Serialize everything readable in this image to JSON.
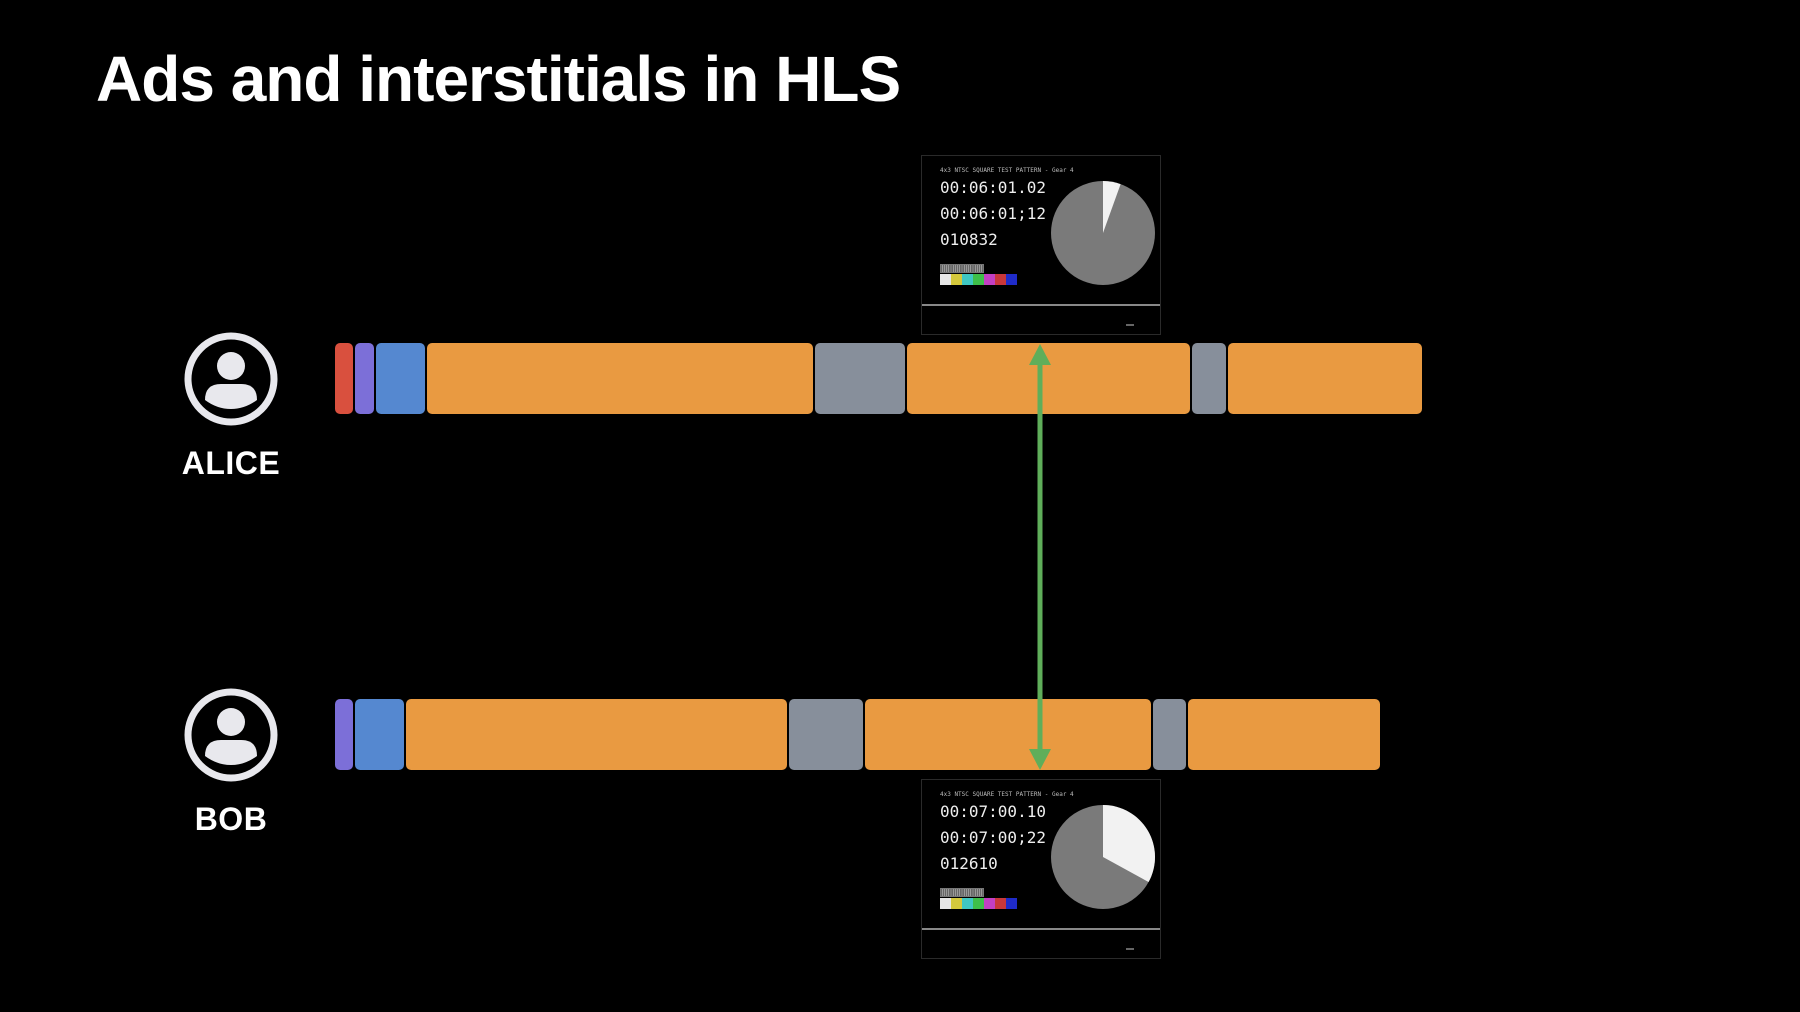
{
  "title": "Ads and interstitials in HLS",
  "users": {
    "alice": {
      "name": "ALICE",
      "segments": [
        {
          "kind": "ad-red",
          "color": "#D9503E",
          "duration": 2
        },
        {
          "kind": "ad-purple",
          "color": "#7C6FD8",
          "duration": 2
        },
        {
          "kind": "ad-blue",
          "color": "#5588D0",
          "duration": 5
        },
        {
          "kind": "content",
          "color": "#E99A41",
          "duration": 38
        },
        {
          "kind": "interstitial",
          "color": "#878F9B",
          "duration": 9
        },
        {
          "kind": "content",
          "color": "#E99A41",
          "duration": 28
        },
        {
          "kind": "interstitial",
          "color": "#878F9B",
          "duration": 3.5
        },
        {
          "kind": "content",
          "color": "#E99A41",
          "duration": 19
        }
      ],
      "frame": {
        "header": "4x3 NTSC SQUARE TEST PATTERN - Gear 4",
        "line1": "00:06:01.02",
        "line2": "00:06:01;12",
        "line3": "010832",
        "clock_progress": 0.055
      }
    },
    "bob": {
      "name": "BOB",
      "segments": [
        {
          "kind": "ad-purple",
          "color": "#7C6FD8",
          "duration": 2
        },
        {
          "kind": "ad-blue",
          "color": "#5588D0",
          "duration": 5
        },
        {
          "kind": "content",
          "color": "#E99A41",
          "duration": 38
        },
        {
          "kind": "interstitial",
          "color": "#878F9B",
          "duration": 7.5
        },
        {
          "kind": "content",
          "color": "#E99A41",
          "duration": 28.5
        },
        {
          "kind": "interstitial",
          "color": "#878F9B",
          "duration": 3.5
        },
        {
          "kind": "content",
          "color": "#E99A41",
          "duration": 19
        }
      ],
      "frame": {
        "header": "4x3 NTSC SQUARE TEST PATTERN - Gear 4",
        "line1": "00:07:00.10",
        "line2": "00:07:00;22",
        "line3": "012610",
        "clock_progress": 0.33
      }
    }
  },
  "sync_arrow_color": "#5FAE5A",
  "test_pattern_colors": [
    "#E6E6E6",
    "#D4C83C",
    "#3FC7C2",
    "#3EBF49",
    "#C33FC3",
    "#C8373A",
    "#1F2BC9"
  ]
}
